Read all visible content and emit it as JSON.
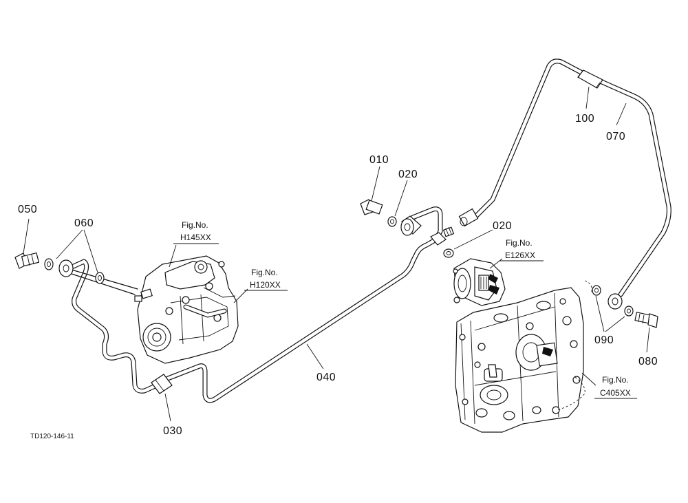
{
  "diagram": {
    "callouts": {
      "p010": "010",
      "p020a": "020",
      "p020b": "020",
      "p030": "030",
      "p040": "040",
      "p050": "050",
      "p060": "060",
      "p070": "070",
      "p080": "080",
      "p090": "090",
      "p100": "100"
    },
    "figure_refs": [
      {
        "label": "Fig.No.",
        "code": "H145XX"
      },
      {
        "label": "Fig.No.",
        "code": "H120XX"
      },
      {
        "label": "Fig.No.",
        "code": "E126XX"
      },
      {
        "label": "Fig.No.",
        "code": "C405XX"
      }
    ],
    "drawing_code": "TD120-146-11"
  }
}
